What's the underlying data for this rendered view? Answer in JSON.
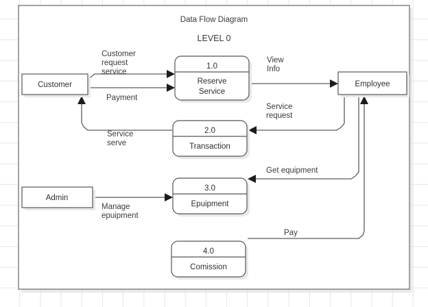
{
  "diagram": {
    "title": "Data Flow Diagram",
    "level": "LEVEL 0",
    "type": "data-flow-diagram",
    "colors": {
      "background": "#ffffff",
      "grid": "#e3e6ea",
      "stroke": "#555555",
      "arrow": "#1c1c1c",
      "text": "#3a3a3a"
    },
    "entities": [
      {
        "id": "customer",
        "label": "Customer"
      },
      {
        "id": "employee",
        "label": "Employee"
      },
      {
        "id": "admin",
        "label": "Admin"
      }
    ],
    "processes": [
      {
        "id": "p1",
        "number": "1.0",
        "name_line1": "Reserve",
        "name_line2": "Service"
      },
      {
        "id": "p2",
        "number": "2.0",
        "name_line1": "Transaction",
        "name_line2": ""
      },
      {
        "id": "p3",
        "number": "3.0",
        "name_line1": "Epuipment",
        "name_line2": ""
      },
      {
        "id": "p4",
        "number": "4.0",
        "name_line1": "Comission",
        "name_line2": ""
      }
    ],
    "flows": [
      {
        "id": "f1",
        "label_line1": "Customer",
        "label_line2": "request",
        "label_line3": "service",
        "from": "customer",
        "to": "p1"
      },
      {
        "id": "f2",
        "label_line1": "Payment",
        "label_line2": "",
        "label_line3": "",
        "from": "customer",
        "to": "p1"
      },
      {
        "id": "f3",
        "label_line1": "View",
        "label_line2": "Info",
        "label_line3": "",
        "from": "p1",
        "to": "employee"
      },
      {
        "id": "f4",
        "label_line1": "Service",
        "label_line2": "request",
        "label_line3": "",
        "from": "employee",
        "to": "p2"
      },
      {
        "id": "f5",
        "label_line1": "Service",
        "label_line2": "serve",
        "label_line3": "",
        "from": "p2",
        "to": "customer"
      },
      {
        "id": "f6",
        "label_line1": "Get equipment",
        "label_line2": "",
        "label_line3": "",
        "from": "employee",
        "to": "p3"
      },
      {
        "id": "f7",
        "label_line1": "Manage",
        "label_line2": "epuipment",
        "label_line3": "",
        "from": "admin",
        "to": "p3"
      },
      {
        "id": "f8",
        "label_line1": "Pay",
        "label_line2": "",
        "label_line3": "",
        "from": "p4",
        "to": "employee"
      }
    ]
  }
}
